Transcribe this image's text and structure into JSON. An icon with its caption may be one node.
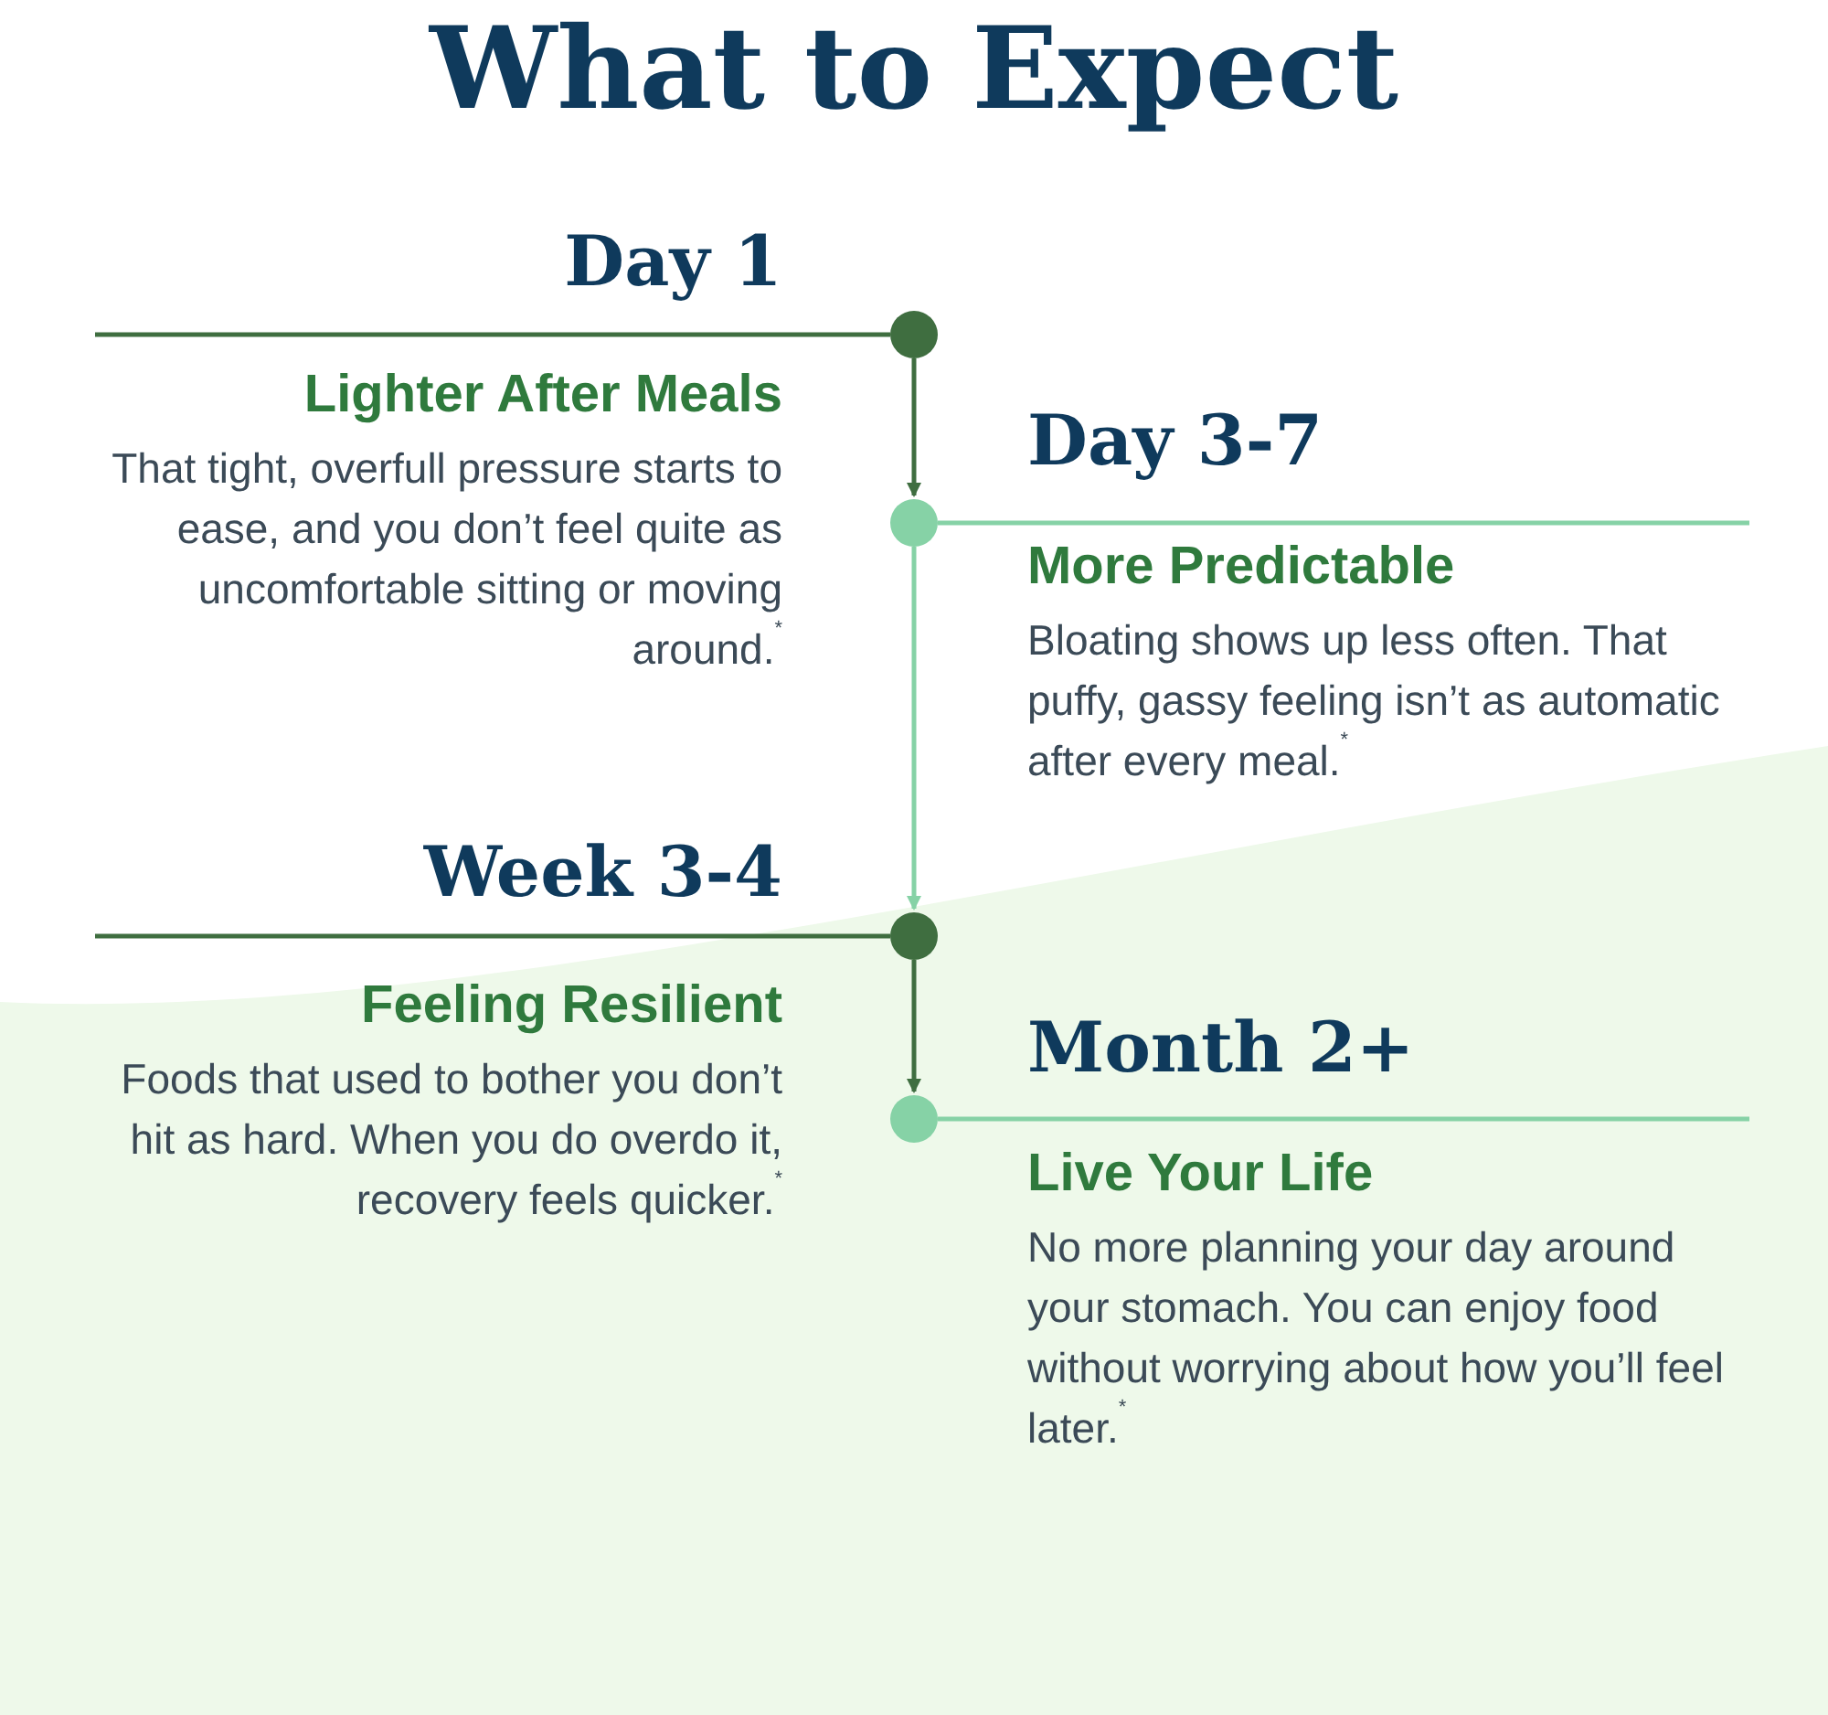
{
  "diagram": {
    "title": "What to Expect",
    "nodes": [
      {
        "text": [
          "Day 1",
          "Lighter After Meals",
          "That tight, overfull pressure starts to ease, and you don’t feel quite as uncomfortable sitting or moving around.$^{*}$"
        ]
      },
      {
        "text": [],
        "shape": "circle"
      },
      {
        "text": [
          "Day 3-7",
          "More Predictable",
          "Bloating shows up less often. That puffy, gassy feeling isn’t as automatic after every meal.$^{*}$"
        ]
      },
      {
        "text": [],
        "shape": "circle"
      },
      {
        "text": [
          "Week 3-4",
          "Feeling Resilient",
          "Foods that used to bother you don’t hit as hard. When you do overdo it, recovery feels quicker.$^{*}$"
        ]
      },
      {
        "text": [],
        "shape": "circle"
      },
      {
        "text": [
          "Month 2+",
          "Live Your Life",
          "No more planning your day around your stomach. You can enjoy food without worrying about how you’ll feel later.$^{*}$"
        ]
      },
      {
        "text": [],
        "shape": "circle"
      }
    ],
    "edges": [
      {
        "from": 1,
        "to": 0,
        "arrow": "none"
      },
      {
        "from": 3,
        "to": 2,
        "arrow": "none",
        "color": "#86d2a6"
      },
      {
        "from": 5,
        "to": 4,
        "arrow": "none"
      },
      {
        "from": 7,
        "to": 6,
        "arrow": "none",
        "color": "#86d2a6"
      },
      {
        "from": 1,
        "to": 3,
        "arrow": "to"
      },
      {
        "from": 3,
        "to": 5,
        "arrow": "to",
        "color": "#86d2a6"
      },
      {
        "from": 5,
        "to": 7,
        "arrow": "to"
      }
    ]
  }
}
